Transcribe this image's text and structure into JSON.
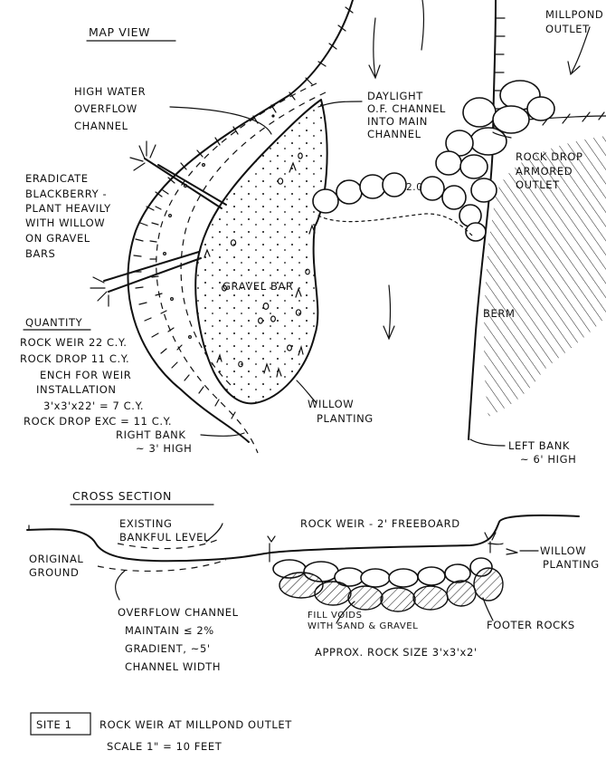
{
  "map": {
    "heading": "MAP VIEW",
    "millpond_outlet": [
      "MILLPOND",
      "OUTLET"
    ],
    "high_water": [
      "HIGH WATER",
      "OVERFLOW",
      "CHANNEL"
    ],
    "daylight": [
      "DAYLIGHT",
      "O.F. CHANNEL",
      "INTO MAIN",
      "CHANNEL"
    ],
    "eradicate": [
      "ERADICATE",
      "BLACKBERRY -",
      "PLANT HEAVILY",
      "WITH WILLOW",
      "ON GRAVEL",
      "BARS"
    ],
    "rock_drop": [
      "ROCK DROP",
      "ARMORED",
      "OUTLET"
    ],
    "gravel_bar": "GRAVEL BAR",
    "berm": "BERM",
    "grade": "2.0",
    "willow": [
      "WILLOW",
      "PLANTING"
    ],
    "right_bank": [
      "RIGHT BANK",
      "~ 3' HIGH"
    ],
    "left_bank": [
      "LEFT BANK",
      "~ 6' HIGH"
    ]
  },
  "quantity": {
    "heading": "QUANTITY",
    "lines": [
      "ROCK WEIR 22 C.Y.",
      "ROCK DROP 11 C.Y.",
      "ENCH FOR WEIR",
      "INSTALLATION",
      "3'x3'x22' = 7 C.Y.",
      "ROCK DROP EXC = 11 C.Y."
    ]
  },
  "cross": {
    "heading": "CROSS SECTION",
    "existing": [
      "EXISTING",
      "BANKFUL LEVEL"
    ],
    "original": [
      "ORIGINAL",
      "GROUND"
    ],
    "rock_weir": "ROCK WEIR - 2' FREEBOARD",
    "willow": [
      "WILLOW",
      "PLANTING"
    ],
    "overflow": [
      "OVERFLOW CHANNEL",
      "MAINTAIN ≤ 2%",
      "GRADIENT, ~5'",
      "CHANNEL WIDTH"
    ],
    "fill": [
      "FILL VOIDS",
      "WITH SAND & GRAVEL"
    ],
    "footer": "FOOTER ROCKS",
    "rock_size": "APPROX. ROCK SIZE 3'x3'x2'"
  },
  "title_block": {
    "site": "SITE 1",
    "title": "ROCK WEIR AT MILLPOND OUTLET",
    "scale": "SCALE 1\" = 10 FEET"
  }
}
